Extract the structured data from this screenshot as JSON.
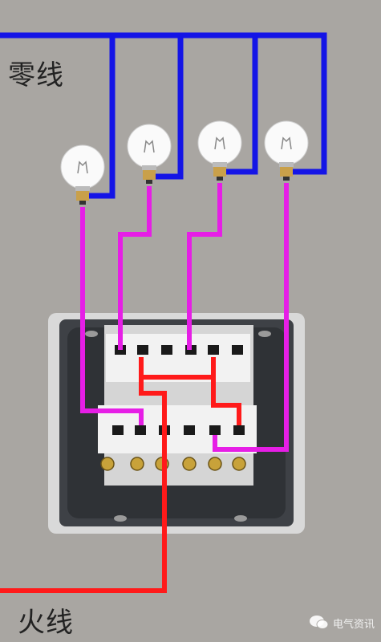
{
  "labels": {
    "neutral_wire": "零线",
    "live_wire": "火线"
  },
  "watermark": {
    "text": "电气资讯",
    "icon": "wechat-icon"
  },
  "colors": {
    "neutral_wire": "#1414e6",
    "live_wire": "#ff1a1a",
    "lamp_wire": "#e61ee6",
    "background": "#a9a6a2",
    "switch_frame": "#3e4146",
    "switch_body": "#f2f2f2"
  },
  "components": {
    "lamp_count": 4,
    "switch_type": "4-gang",
    "lamp_icon": "light-bulb-icon"
  }
}
